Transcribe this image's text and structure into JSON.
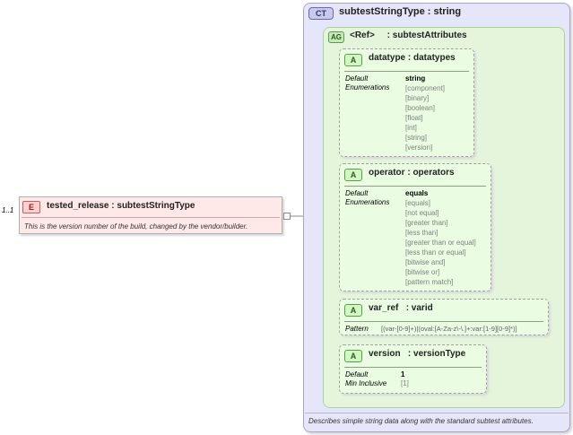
{
  "element": {
    "cardinality": "1..1",
    "badge": "E",
    "title": "tested_release : subtestStringType",
    "description": "This is the version number of the build, changed by the vendor/builder."
  },
  "complex_type": {
    "badge": "CT",
    "title": "subtestStringType : string",
    "description": "Describes simple string data along with the standard subtest attributes."
  },
  "attribute_group": {
    "badge": "AG",
    "title": "<Ref>     : subtestAttributes"
  },
  "attributes": [
    {
      "badge": "A",
      "title": "datatype : datatypes",
      "labels": [
        "Default",
        "Enumerations"
      ],
      "default": "string",
      "enumerations": [
        "[component]",
        "[binary]",
        "[boolean]",
        "[float]",
        "[int]",
        "[string]",
        "[version]"
      ]
    },
    {
      "badge": "A",
      "title": "operator : operators",
      "labels": [
        "Default",
        "Enumerations"
      ],
      "default": "equals",
      "enumerations": [
        "[equals]",
        "[not equal]",
        "[greater than]",
        "[less than]",
        "[greater than or equal]",
        "[less than or equal]",
        "[bitwise and]",
        "[bitwise or]",
        "[pattern match]"
      ]
    },
    {
      "badge": "A",
      "title": "var_ref   : varid",
      "labels": [
        "Pattern"
      ],
      "pattern": "[(var-[0-9]+)|(oval:[A-Za-z\\-\\.]+:var:[1-9][0-9]*)]"
    },
    {
      "badge": "A",
      "title": "version   : versionType",
      "labels": [
        "Default",
        "Min Inclusive"
      ],
      "default": "1",
      "min_inclusive": "[1]"
    }
  ],
  "colors": {
    "complex_type_bg": "#e6e6fa",
    "attribute_group_bg": "#e4f5dc",
    "attribute_bg": "#eafde2",
    "element_bg": "#ffe8e8"
  }
}
